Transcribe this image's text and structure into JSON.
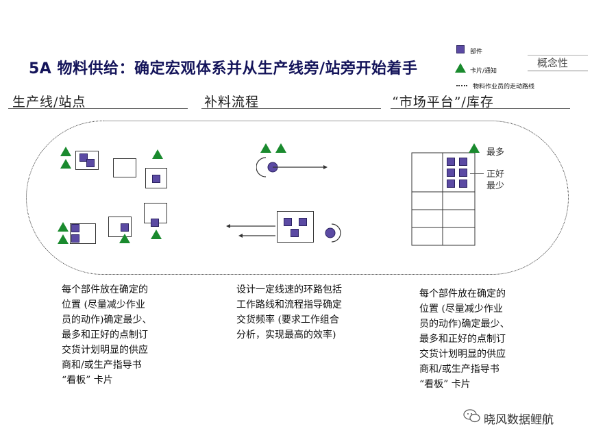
{
  "title": "5A 物料供给：确定宏观体系并从生产线旁/站旁开始着手",
  "concept_label": "概念性",
  "legend": {
    "part": "部件",
    "card": "卡片/通知",
    "path": "物料作业员的走动路线"
  },
  "sections": {
    "line": "生产线/站点",
    "flow": "补料流程",
    "market": "“市场平台”/库存"
  },
  "levels": {
    "max": "最多",
    "right": "正好",
    "min": "最少"
  },
  "descriptions": {
    "left": "每个部件放在确定的\n位置 (尽量减少作业\n员的动作)确定最少、\n最多和正好的点制订\n交货计划明显的供应\n商和/或生产指导书\n“看板” 卡片",
    "middle": "设计一定线速的环路包括\n工作路线和流程指导确定\n交货频率 (要求工作组合\n分析，实现最高的效率)",
    "right": "每个部件放在确定的\n位置 (尽量减少作业\n员的动作)确定最少、\n最多和正好的点制订\n交货计划明显的供应\n商和/或生产指导书\n“看板” 卡片"
  },
  "watermark": "晓风数据鲤航",
  "colors": {
    "part": "#5b4aa3",
    "card": "#1a8a2e",
    "title": "#14145a"
  }
}
